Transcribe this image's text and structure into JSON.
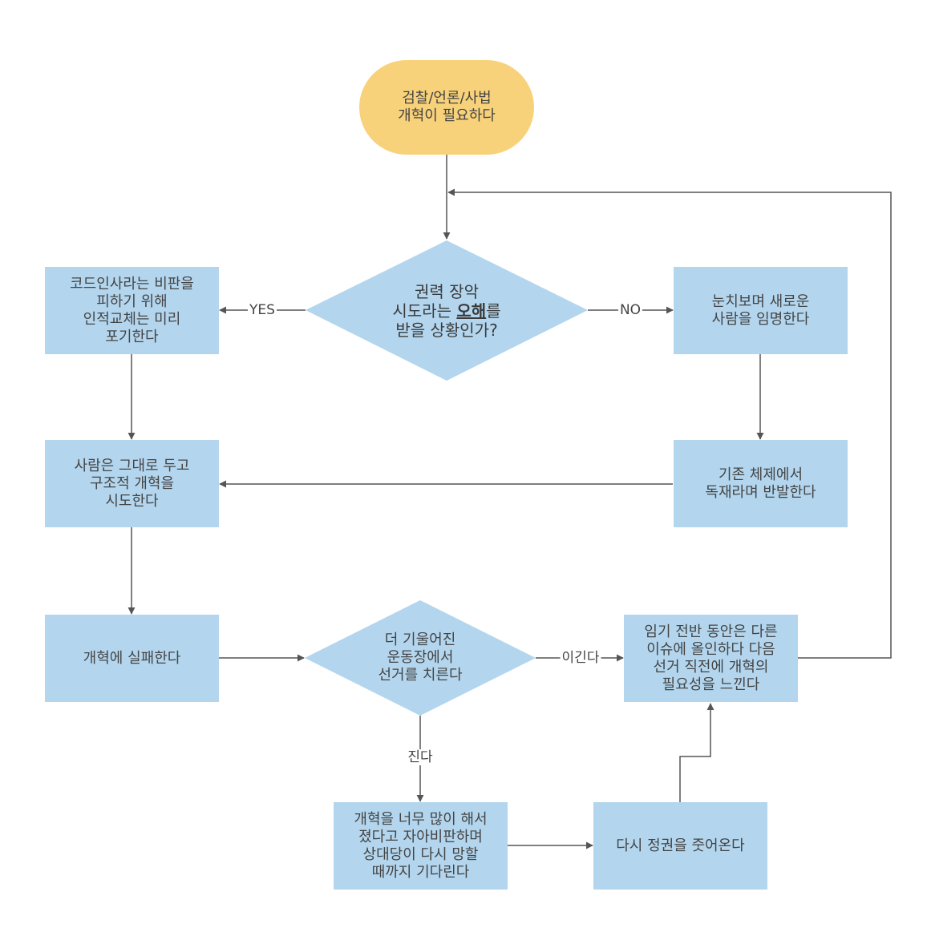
{
  "colors": {
    "process_fill": "#b3d6ee",
    "terminal_fill": "#f8d27a",
    "line": "#555555",
    "text": "#444444"
  },
  "nodes": {
    "start": {
      "text": "검찰/언론/사법\n개혁이 필요하다"
    },
    "decision_power": {
      "line1": "권력 장악",
      "line2_pre": "시도라는 ",
      "line2_underlined": "오해",
      "line2_post": "를",
      "line3": "받을 상황인가?"
    },
    "yes_box": {
      "text": "코드인사라는 비판을\n피하기 위해\n인적교체는 미리\n포기한다"
    },
    "no_box": {
      "text": "눈치보며 새로운\n사람을 임명한다"
    },
    "structural_reform": {
      "text": "사람은 그대로 두고\n구조적 개혁을\n시도한다"
    },
    "backlash": {
      "text": "기존 체제에서\n독재라며 반발한다"
    },
    "reform_fail": {
      "text": "개혁에 실패한다"
    },
    "election": {
      "text": "더 기울어진\n운동장에서\n선거를 치른다"
    },
    "win_box": {
      "text": "임기 전반 동안은 다른\n이슈에 올인하다 다음\n선거 직전에 개혁의\n필요성을 느낀다"
    },
    "lose_box": {
      "text": "개혁을 너무 많이 해서\n졌다고 자아비판하며\n상대당이 다시 망할\n때까지 기다린다"
    },
    "regain_power": {
      "text": "다시 정권을 줏어온다"
    }
  },
  "edge_labels": {
    "yes": "YES",
    "no": "NO",
    "win": "이긴다",
    "lose": "진다"
  }
}
